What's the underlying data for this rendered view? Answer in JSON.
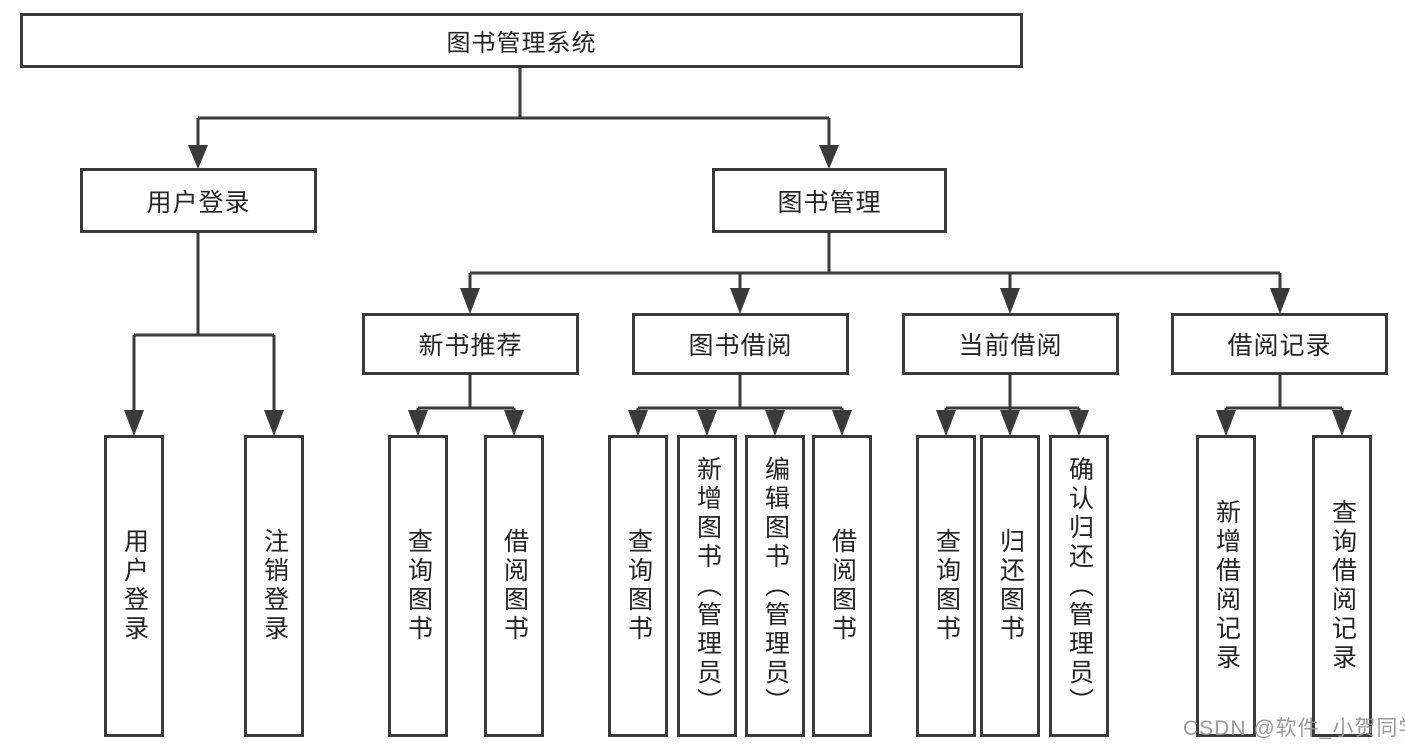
{
  "diagram": {
    "root": "图书管理系统",
    "branches": [
      {
        "label": "用户登录",
        "children": [
          "用户登录",
          "注销登录"
        ]
      },
      {
        "label": "图书管理",
        "children": [
          {
            "label": "新书推荐",
            "children": [
              "查询图书",
              "借阅图书"
            ]
          },
          {
            "label": "图书借阅",
            "children": [
              "查询图书",
              "新增图书（管理员）",
              "编辑图书（管理员）",
              "借阅图书"
            ]
          },
          {
            "label": "当前借阅",
            "children": [
              "查询图书",
              "归还图书",
              "确认归还（管理员）"
            ]
          },
          {
            "label": "借阅记录",
            "children": [
              "新增借阅记录",
              "查询借阅记录"
            ]
          }
        ]
      }
    ]
  },
  "watermark": "CSDN @软件_小贺同学",
  "colors": {
    "line": "#3a3a3a",
    "box_border": "#3a3a3a",
    "text": "#242424",
    "watermark": "#969698",
    "background": "#ffffff"
  }
}
